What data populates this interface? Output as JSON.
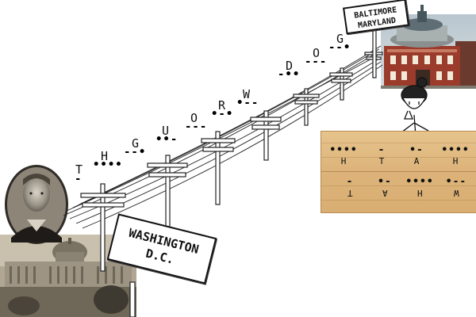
{
  "signs": {
    "washington": [
      "WASHINGTON",
      "D.C."
    ],
    "baltimore": [
      "BALTIMORE",
      "MARYLAND"
    ]
  },
  "message": {
    "letters": [
      {
        "letter": "T",
        "code": "-"
      },
      {
        "letter": "H",
        "code": "••••"
      },
      {
        "letter": "G",
        "code": "--•"
      },
      {
        "letter": "U",
        "code": "••-"
      },
      {
        "letter": "O",
        "code": "---"
      },
      {
        "letter": "R",
        "code": "•-•"
      },
      {
        "letter": "W",
        "code": "•--"
      },
      {
        "letter": "D",
        "code": "-••"
      },
      {
        "letter": "O",
        "code": "---"
      },
      {
        "letter": "G",
        "code": "--•"
      }
    ]
  },
  "board": {
    "top": [
      {
        "code": "••••",
        "letter": "H"
      },
      {
        "code": "-",
        "letter": "T"
      },
      {
        "code": "•-",
        "letter": "A"
      },
      {
        "code": "••••",
        "letter": "H"
      }
    ],
    "bottom": [
      {
        "code": "-",
        "letter": "T"
      },
      {
        "code": "•-",
        "letter": "A"
      },
      {
        "code": "••••",
        "letter": "H"
      },
      {
        "code": "•--",
        "letter": "W"
      }
    ]
  },
  "colors": {
    "building_brick": "#9b3b2b",
    "board_wood": "#dcb37a",
    "photo_sepia": "#8a7d6a"
  }
}
